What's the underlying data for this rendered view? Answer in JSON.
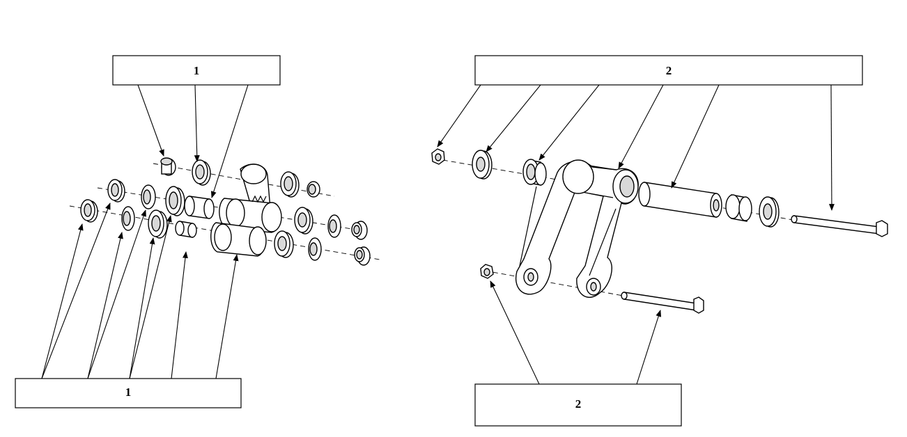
{
  "left_group": {
    "top_callout": "1",
    "bottom_callout": "1"
  },
  "right_group": {
    "top_callout": "2",
    "bottom_callout": "2"
  }
}
